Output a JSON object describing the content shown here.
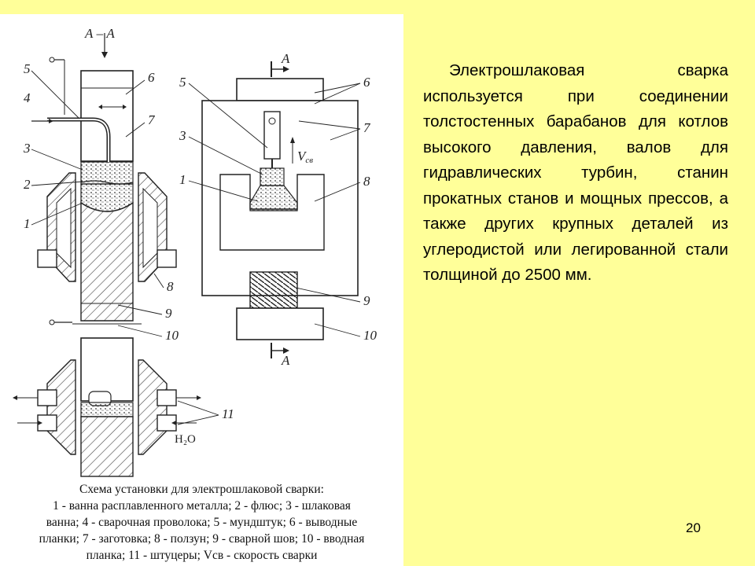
{
  "slide": {
    "body_text": "Электрошлаковая сварка используется при соединении толстостенных барабанов для котлов высокого давления, валов для гидравлических турбин, станин прокатных станов и мощных прессов, а также других крупных деталей из углеродистой или легированной стали толщиной до 2500 мм.",
    "page_number": "20",
    "background_color": "#FFFF99"
  },
  "figure": {
    "section_label": "А – А",
    "section_marker": "А",
    "velocity_label": "V",
    "velocity_subscript": "св",
    "water_label": "H₂O",
    "left_callouts": [
      "5",
      "4",
      "3",
      "2",
      "1",
      "6",
      "7",
      "8",
      "9",
      "10",
      "11"
    ],
    "right_callouts": [
      "5",
      "3",
      "1",
      "6",
      "7",
      "8",
      "9",
      "10"
    ],
    "caption": {
      "line1": "Схема установки для электрошлаковой сварки:",
      "line2": "1 - ванна расплавленного металла; 2 - флюс; 3 - шлаковая",
      "line3": "ванна; 4 - сварочная проволока; 5 - мундштук; 6 - выводные",
      "line4": "планки; 7 - заготовка; 8 - ползун; 9 - сварной шов; 10 - вводная",
      "line5": "планка; 11 - штуцеры; Vсв - скорость сварки"
    }
  }
}
